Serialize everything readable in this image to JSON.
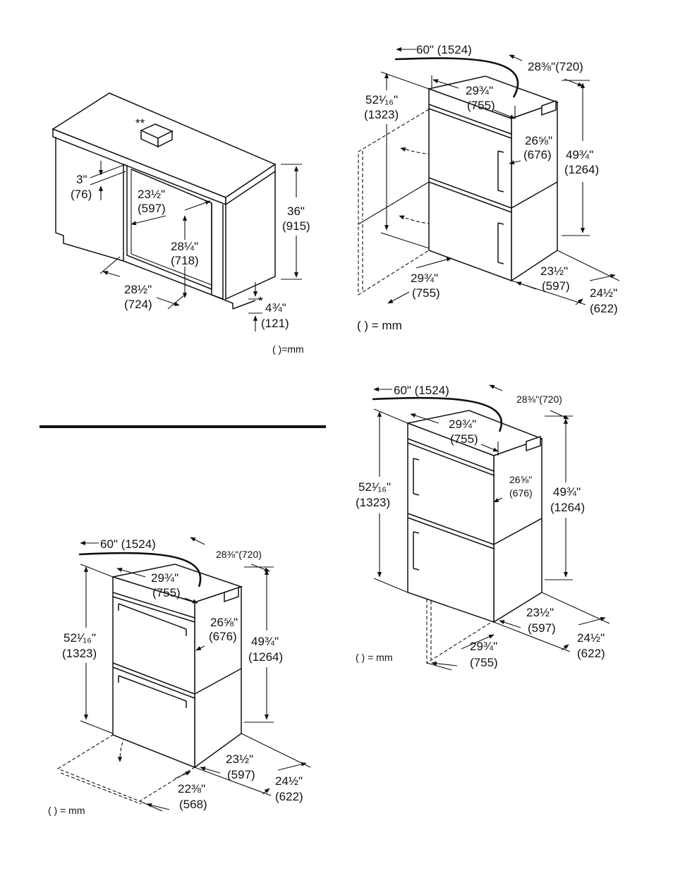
{
  "cabinet": {
    "asterisks_top": "**",
    "asterisk_side": "*",
    "dim_3": "3\"",
    "dim_3_mm": "(76)",
    "dim_23_5": "23½\"",
    "dim_23_5_mm": "(597)",
    "dim_28_25": "28¼\"",
    "dim_28_25_mm": "(718)",
    "dim_28_5": "28½\"",
    "dim_28_5_mm": "(724)",
    "dim_36": "36\"",
    "dim_36_mm": "(915)",
    "dim_4_75": "4¾\"",
    "dim_4_75_mm": "(121)",
    "legend": "( )=mm"
  },
  "oven_top_right": {
    "cord": "60\" (1524)",
    "depth_top": "28⅜\"(720)",
    "width_top": "29¾\"",
    "width_top_mm": "(755)",
    "height_total": "52¹⁄₁₆\"",
    "height_total_mm": "(1323)",
    "inner_depth": "26⅝\"",
    "inner_depth_mm": "(676)",
    "body_height": "49¾\"",
    "body_height_mm": "(1264)",
    "door_swing": "29¾\"",
    "door_swing_mm": "(755)",
    "depth_bottom": "23½\"",
    "depth_bottom_mm": "(597)",
    "depth_overall": "24½\"",
    "depth_overall_mm": "(622)",
    "legend": "( ) = mm"
  },
  "oven_bottom_right": {
    "cord": "60\" (1524)",
    "depth_top": "28⅜\"(720)",
    "width_top": "29¾\"",
    "width_top_mm": "(755)",
    "height_total": "52¹⁄₁₆\"",
    "height_total_mm": "(1323)",
    "inner_depth": "26⅝\"",
    "inner_depth_mm": "(676)",
    "body_height": "49¾\"",
    "body_height_mm": "(1264)",
    "depth_bottom": "23½\"",
    "depth_bottom_mm": "(597)",
    "depth_overall": "24½\"",
    "depth_overall_mm": "(622)",
    "door_swing": "29¾\"",
    "door_swing_mm": "(755)",
    "legend": "( ) = mm"
  },
  "oven_bottom_left": {
    "cord": "60\" (1524)",
    "depth_top": "28⅜\"(720)",
    "width_top": "29¾\"",
    "width_top_mm": "(755)",
    "height_total": "52¹⁄₁₆\"",
    "height_total_mm": "(1323)",
    "inner_depth": "26⅝\"",
    "inner_depth_mm": "(676)",
    "body_height": "49¾\"",
    "body_height_mm": "(1264)",
    "depth_bottom": "23½\"",
    "depth_bottom_mm": "(597)",
    "depth_overall": "24½\"",
    "depth_overall_mm": "(622)",
    "door_drop": "22⅜\"",
    "door_drop_mm": "(568)",
    "legend": "( ) = mm"
  }
}
